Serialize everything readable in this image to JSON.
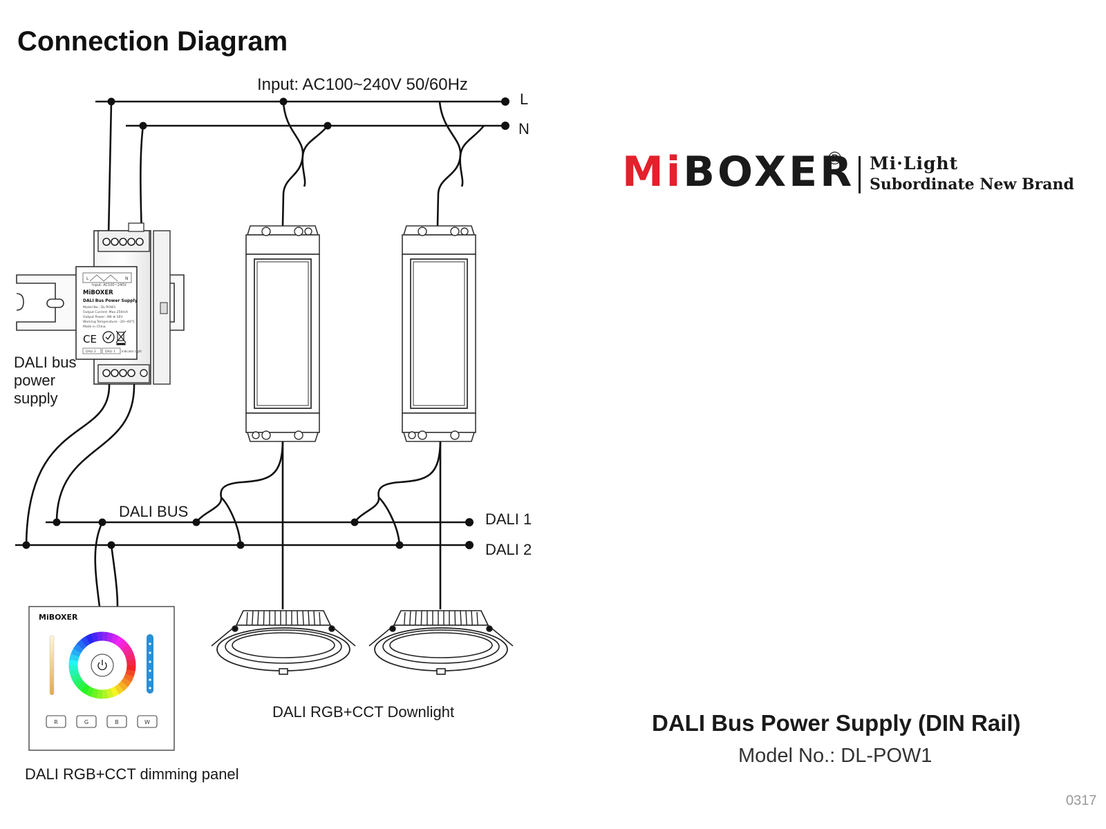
{
  "page": {
    "title": "Connection Diagram",
    "page_code": "0317"
  },
  "diagram": {
    "input_label": "Input: AC100~240V  50/60Hz",
    "line_L": "L",
    "line_N": "N",
    "bus_label": "DALI BUS",
    "dali1": "DALI 1",
    "dali2": "DALI 2",
    "psu_label_line1": "DALI bus",
    "psu_label_line2": "power",
    "psu_label_line3": "supply",
    "downlight_label": "DALI RGB+CCT Downlight",
    "panel_label": "DALI RGB+CCT dimming panel",
    "panel_logo": "MiBOXER",
    "panel_buttons": [
      "R",
      "G",
      "B",
      "W"
    ],
    "psu_logo": "MiBOXER",
    "psu_title": "DALI Bus Power Supply",
    "psu_specs": [
      "Model No.: DL-POW1",
      "Output Current: Max 250mA",
      "Output Power: 4W ⊕ 16V",
      "Working Temperature: -20~40°C",
      "Made in China"
    ],
    "psu_top_terminals": [
      "L",
      "N"
    ],
    "psu_input_text": "Input: AC100~240V",
    "psu_bottom_terminals": [
      "DALI 2",
      "DALI 1",
      "Indicator Light"
    ]
  },
  "brand": {
    "logo_part1": "Mi",
    "logo_part2": "BOXER",
    "reg": "®",
    "line1": "Mi·Light",
    "line2": "Subordinate New Brand"
  },
  "product": {
    "name": "DALI Bus Power Supply (DIN Rail)",
    "model": "Model No.: DL-POW1"
  },
  "colors": {
    "brand_red": "#e3202b",
    "line": "#111111",
    "panel_bar": "#2a8fd8"
  }
}
